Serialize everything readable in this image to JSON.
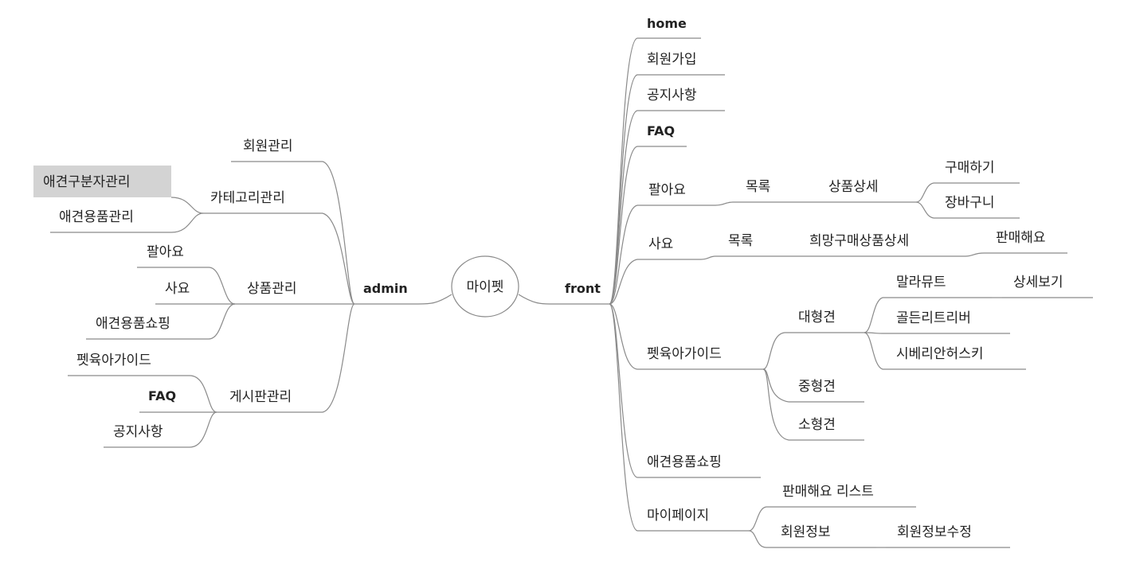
{
  "center": {
    "label": "마이펫"
  },
  "admin": {
    "label": "admin",
    "children": {
      "member_mgmt": "회원관리",
      "category_mgmt": "카테고리관리",
      "category_children": [
        "애견구분자관리",
        "애견용품관리"
      ],
      "product_mgmt": "상품관리",
      "product_children": [
        "팔아요",
        "사요",
        "애견용품쇼핑"
      ],
      "board_mgmt": "게시판관리",
      "board_children": [
        "펫육아가이드",
        "FAQ",
        "공지사항"
      ]
    }
  },
  "front": {
    "label": "front",
    "home": "home",
    "signup": "회원가입",
    "notice": "공지사항",
    "faq": "FAQ",
    "sell": {
      "label": "팔아요",
      "list": "목록",
      "detail": "상품상세",
      "buy": "구매하기",
      "cart": "장바구니"
    },
    "want": {
      "label": "사요",
      "list": "목록",
      "detail": "희망구매상품상세",
      "sell_to": "판매해요"
    },
    "guide": {
      "label": "펫육아가이드",
      "large": "대형견",
      "large_breeds": [
        "말라뮤트",
        "골든리트리버",
        "시베리안허스키"
      ],
      "malamute_detail": "상세보기",
      "medium": "중형견",
      "small": "소형견"
    },
    "shop": "애견용품쇼핑",
    "mypage": {
      "label": "마이페이지",
      "sell_list": "판매해요 리스트",
      "info": "회원정보",
      "info_edit": "회원정보수정"
    }
  },
  "highlight_color": "#d3d3d3",
  "line_color": "#8a8a8a"
}
